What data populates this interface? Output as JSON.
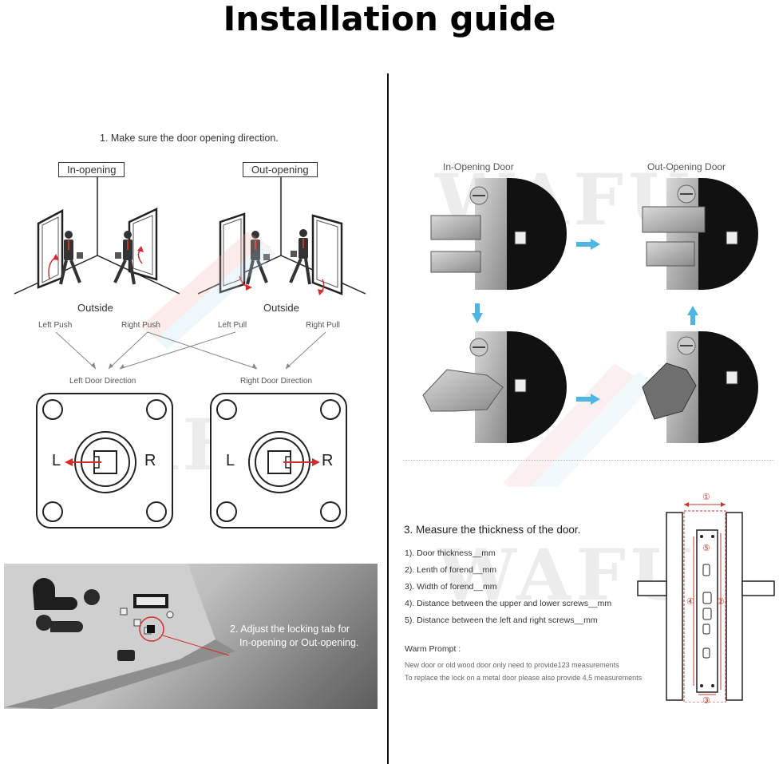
{
  "title": "Installation guide",
  "step1": {
    "heading": "1. Make sure the door opening direction.",
    "in_label": "In-opening",
    "out_label": "Out-opening",
    "outside_left": "Outside",
    "outside_right": "Outside",
    "left_push": "Left Push",
    "right_push": "Right Push",
    "left_pull": "Left Pull",
    "right_pull": "Right Pull",
    "left_direction": "Left Door Direction",
    "right_direction": "Right Door Direction",
    "plate_left_l": "L",
    "plate_left_r": "R",
    "plate_right_l": "L",
    "plate_right_r": "R"
  },
  "step2": {
    "line1": "2. Adjust the locking tab for",
    "line2": "In-opening or Out-opening."
  },
  "doors": {
    "in_opening": "In-Opening Door",
    "out_opening": "Out-Opening Door"
  },
  "step3": {
    "heading": "3. Measure the thickness of the door.",
    "items": [
      "1). Door thickness__mm",
      "2). Lenth of forend__mm",
      "3). Width of forend__mm",
      "4). Distance between the upper and lower screws__mm",
      "5). Distance between the left and right screws__mm"
    ],
    "warm_prompt": "Warm Prompt :",
    "warm_lines": [
      "New door or old wood door only need to provide123 measurements",
      "To replace the lock on a metal door please also provide 4,5 measurements"
    ],
    "markers": [
      "①",
      "⑤",
      "④",
      "②",
      "③"
    ]
  },
  "watermark": "WAFU",
  "colors": {
    "arrow_red": "#d62b2b",
    "arrow_blue": "#4fb6e3",
    "marker_red": "#c0392b"
  }
}
